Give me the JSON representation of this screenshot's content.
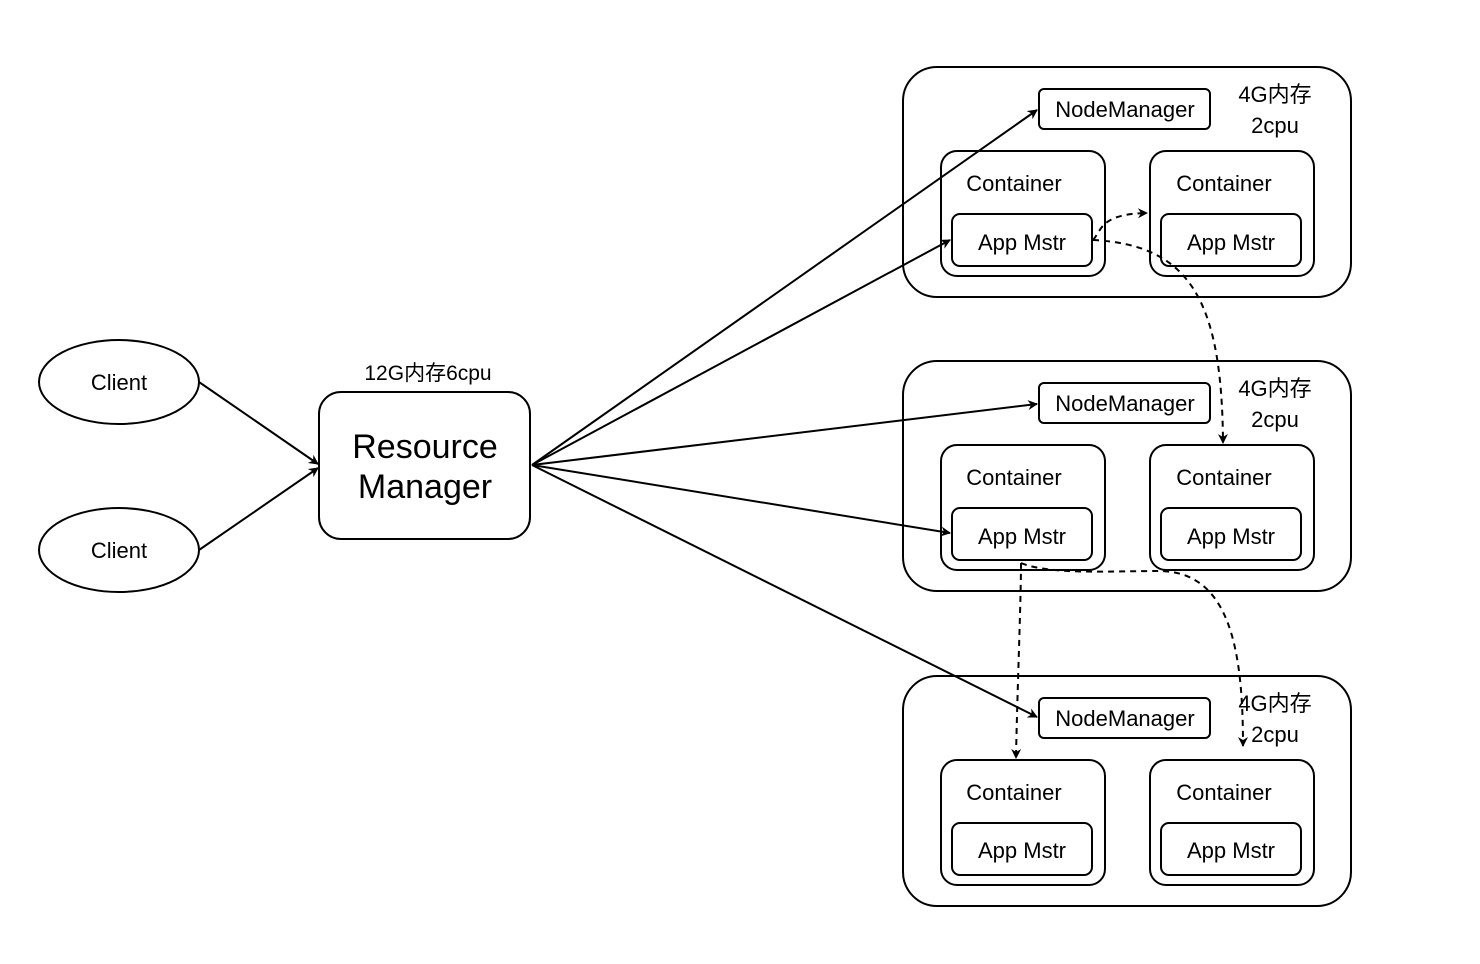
{
  "clients": [
    {
      "label": "Client"
    },
    {
      "label": "Client"
    }
  ],
  "resource_manager": {
    "label_line1": "Resource",
    "label_line2": "Manager",
    "capacity": "12G内存6cpu"
  },
  "nodes": [
    {
      "node_manager": "NodeManager",
      "capacity_line1": "4G内存",
      "capacity_line2": "2cpu",
      "containers": [
        {
          "label": "Container",
          "app": "App Mstr"
        },
        {
          "label": "Container",
          "app": "App Mstr"
        }
      ]
    },
    {
      "node_manager": "NodeManager",
      "capacity_line1": "4G内存",
      "capacity_line2": "2cpu",
      "containers": [
        {
          "label": "Container",
          "app": "App Mstr"
        },
        {
          "label": "Container",
          "app": "App Mstr"
        }
      ]
    },
    {
      "node_manager": "NodeManager",
      "capacity_line1": "4G内存",
      "capacity_line2": "2cpu",
      "containers": [
        {
          "label": "Container",
          "app": "App Mstr"
        },
        {
          "label": "Container",
          "app": "App Mstr"
        }
      ]
    }
  ]
}
